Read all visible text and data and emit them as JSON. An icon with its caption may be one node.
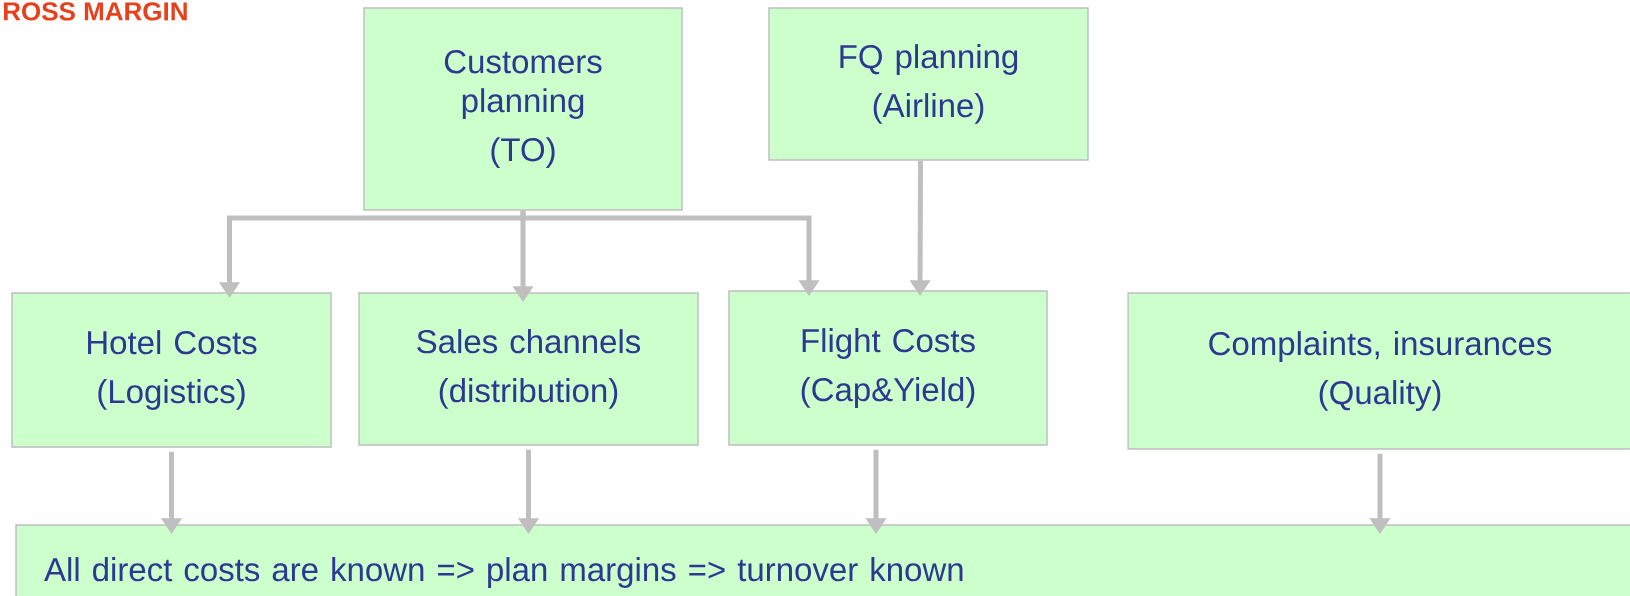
{
  "diagram": {
    "title": "ROSS MARGIN",
    "nodes": [
      {
        "text": [
          "Customers planning",
          "(TO)"
        ]
      },
      {
        "text": [
          "FQ planning",
          "(Airline)"
        ]
      },
      {
        "text": [
          "Hotel Costs",
          "(Logistics)"
        ]
      },
      {
        "text": [
          "Sales channels",
          "(distribution)"
        ]
      },
      {
        "text": [
          "Flight Costs",
          "(Cap&Yield)"
        ]
      },
      {
        "text": [
          "Complaints, insurances",
          "(Quality)"
        ]
      },
      {
        "text": [
          "All direct costs are known => plan margins => turnover known"
        ]
      }
    ],
    "edges": [
      {
        "from": 0,
        "to": 2,
        "arrow": "to"
      },
      {
        "from": 0,
        "to": 3,
        "arrow": "to"
      },
      {
        "from": 0,
        "to": 4,
        "arrow": "to"
      },
      {
        "from": 1,
        "to": 4,
        "arrow": "to"
      },
      {
        "from": 2,
        "to": 6,
        "arrow": "to"
      },
      {
        "from": 3,
        "to": 6,
        "arrow": "to"
      },
      {
        "from": 4,
        "to": 6,
        "arrow": "to"
      },
      {
        "from": 5,
        "to": 6,
        "arrow": "to"
      }
    ]
  }
}
